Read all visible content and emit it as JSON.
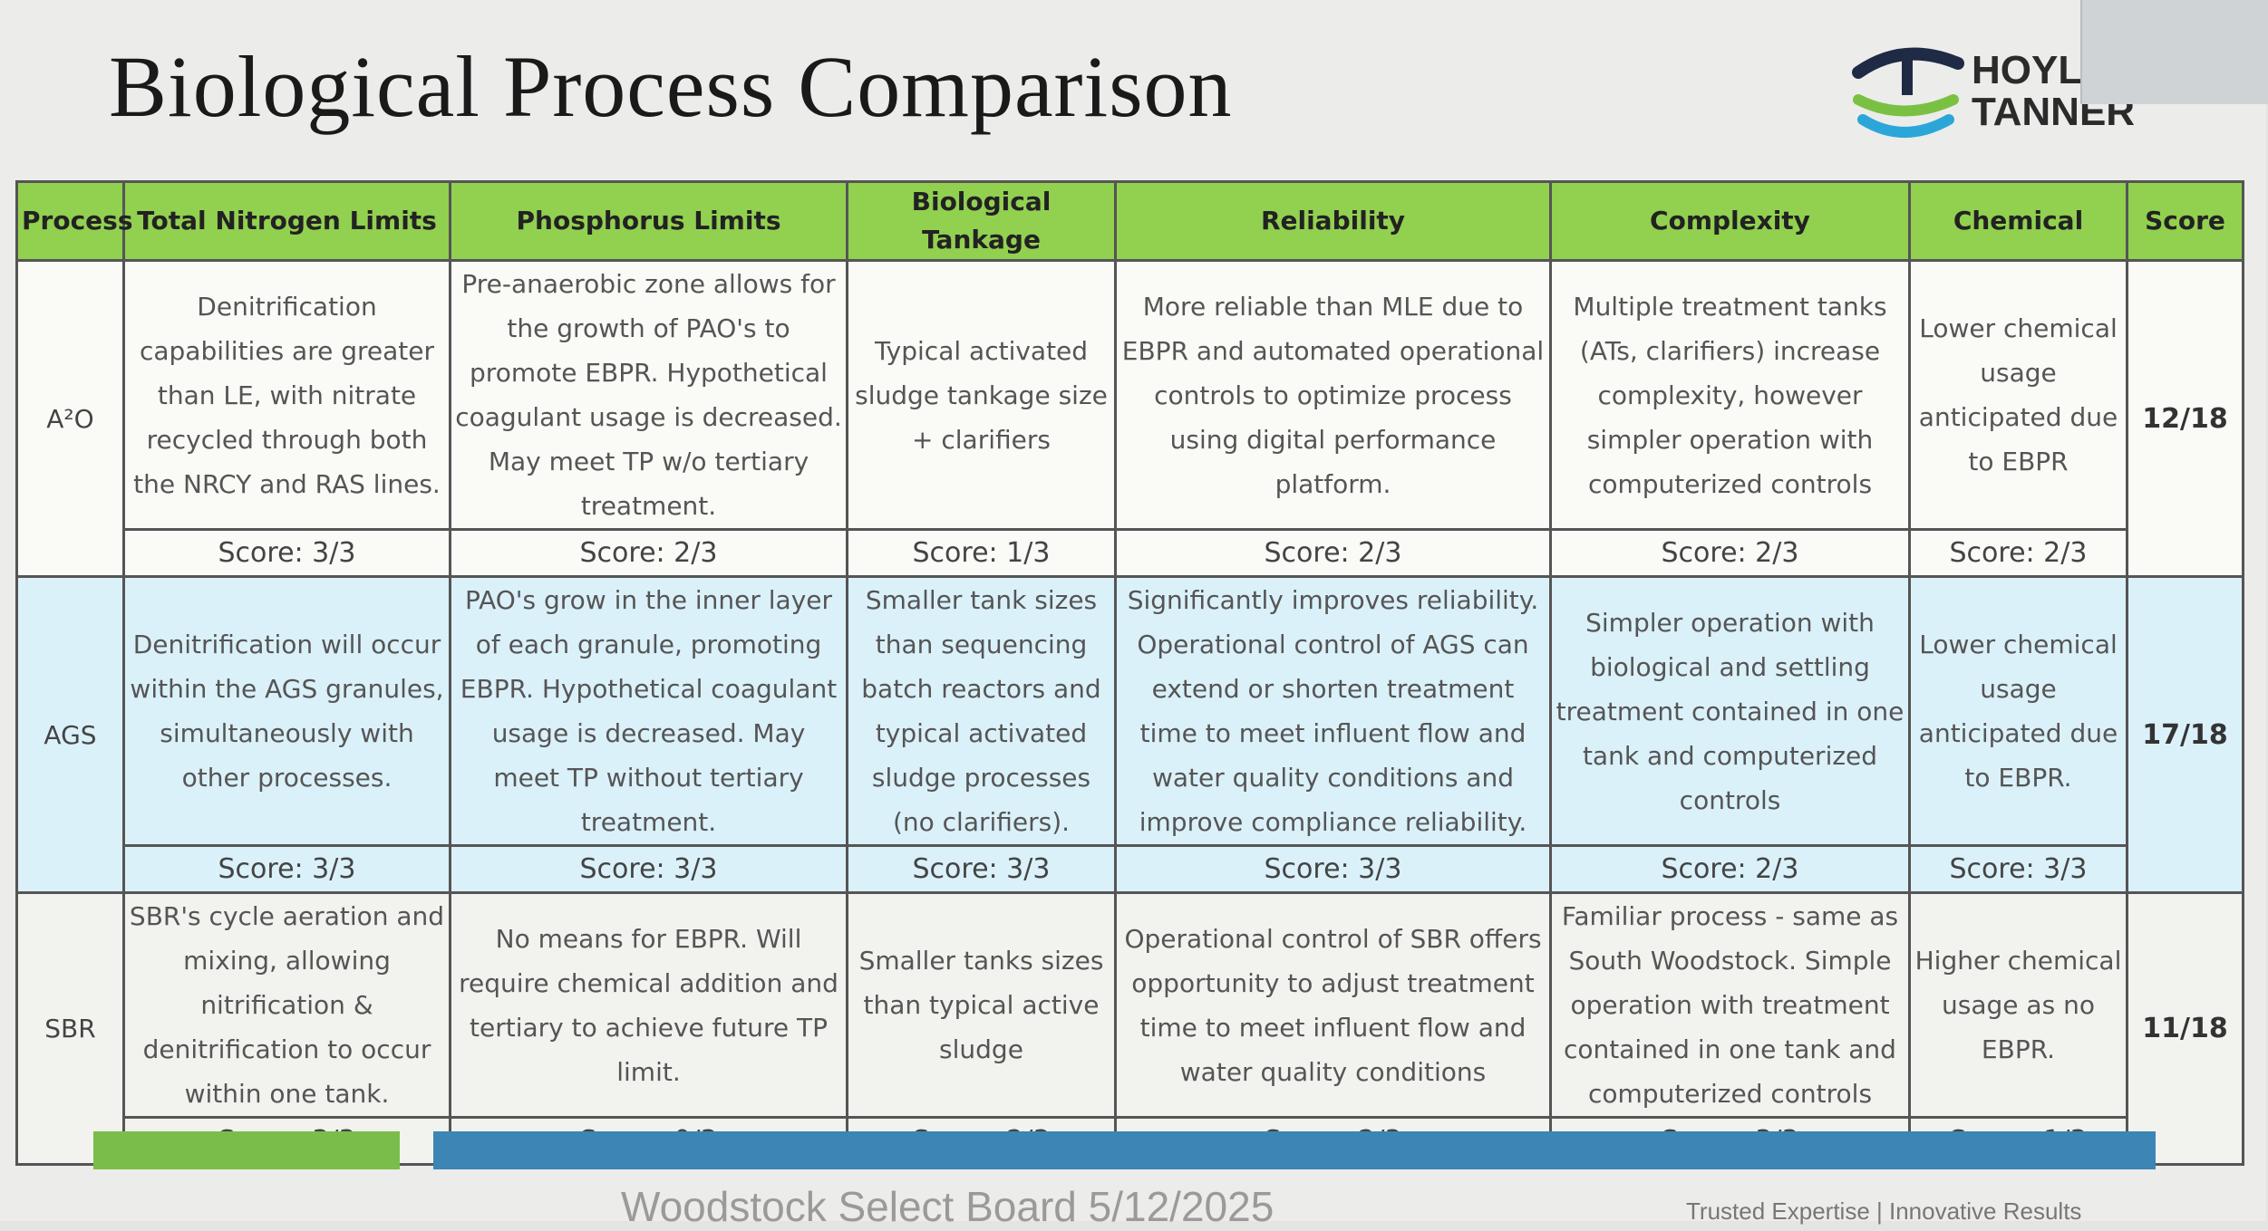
{
  "title": "Biological Process Comparison",
  "logo": {
    "line1": "HOYLE",
    "line2": "TANNER",
    "icon": "hoyle-tanner-swoosh-icon"
  },
  "colors": {
    "header_green": "#92d050",
    "ags_blue": "#dbf1fa",
    "bar_green": "#7bbd4a",
    "bar_blue": "#3b86b5"
  },
  "columns": [
    "Process",
    "Total Nitrogen Limits",
    "Phosphorus Limits",
    "Biological Tankage",
    "Reliability",
    "Complexity",
    "Chemical",
    "Score"
  ],
  "rows": [
    {
      "process": "A²O",
      "cells": [
        "Denitrification capabilities are greater than LE, with nitrate recycled through both the NRCY and RAS lines.",
        "Pre-anaerobic zone allows for the growth of PAO's to promote EBPR. Hypothetical coagulant usage is decreased. May meet TP w/o tertiary treatment.",
        "Typical activated sludge tankage size + clarifiers",
        "More reliable than MLE due to EBPR and automated operational controls to optimize process using digital performance platform.",
        "Multiple treatment tanks (ATs, clarifiers) increase complexity, however simpler operation with computerized controls",
        "Lower chemical usage anticipated due to EBPR"
      ],
      "scores": [
        "Score: 3/3",
        "Score: 2/3",
        "Score: 1/3",
        "Score: 2/3",
        "Score: 2/3",
        "Score: 2/3"
      ],
      "total": "12/18"
    },
    {
      "process": "AGS",
      "cells": [
        "Denitrification will occur within the AGS granules, simultaneously with other processes.",
        "PAO's grow in the inner layer of each granule, promoting EBPR. Hypothetical coagulant usage is decreased. May meet TP without tertiary treatment.",
        "Smaller tank sizes than sequencing batch reactors and typical activated sludge processes (no clarifiers).",
        "Significantly improves reliability. Operational control of AGS can extend or shorten treatment time to meet influent flow and water quality conditions and improve compliance reliability.",
        "Simpler operation with biological and settling treatment contained in one tank and computerized controls",
        "Lower chemical usage anticipated due to EBPR."
      ],
      "scores": [
        "Score: 3/3",
        "Score: 3/3",
        "Score: 3/3",
        "Score: 3/3",
        "Score: 2/3",
        "Score: 3/3"
      ],
      "total": "17/18"
    },
    {
      "process": "SBR",
      "cells": [
        "SBR's cycle aeration and mixing, allowing nitrification & denitrification to occur within one tank.",
        "No means for EBPR. Will require chemical addition and tertiary to achieve future TP limit.",
        "Smaller tanks sizes than typical active sludge",
        "Operational control of SBR offers opportunity to adjust treatment time to meet influent flow and water quality conditions",
        "Familiar process - same as South Woodstock. Simple operation with treatment contained in one tank and computerized controls",
        "Higher chemical usage as no EBPR."
      ],
      "scores": [
        "Score: 3/3",
        "Score: 0/3",
        "Score: 2/3",
        "Score: 2/3",
        "Score: 3/3",
        "Score: 1/3"
      ],
      "total": "11/18"
    }
  ],
  "footer": "Woodstock Select Board 5/12/2025",
  "footer_right": "Trusted Expertise | Innovative Results"
}
